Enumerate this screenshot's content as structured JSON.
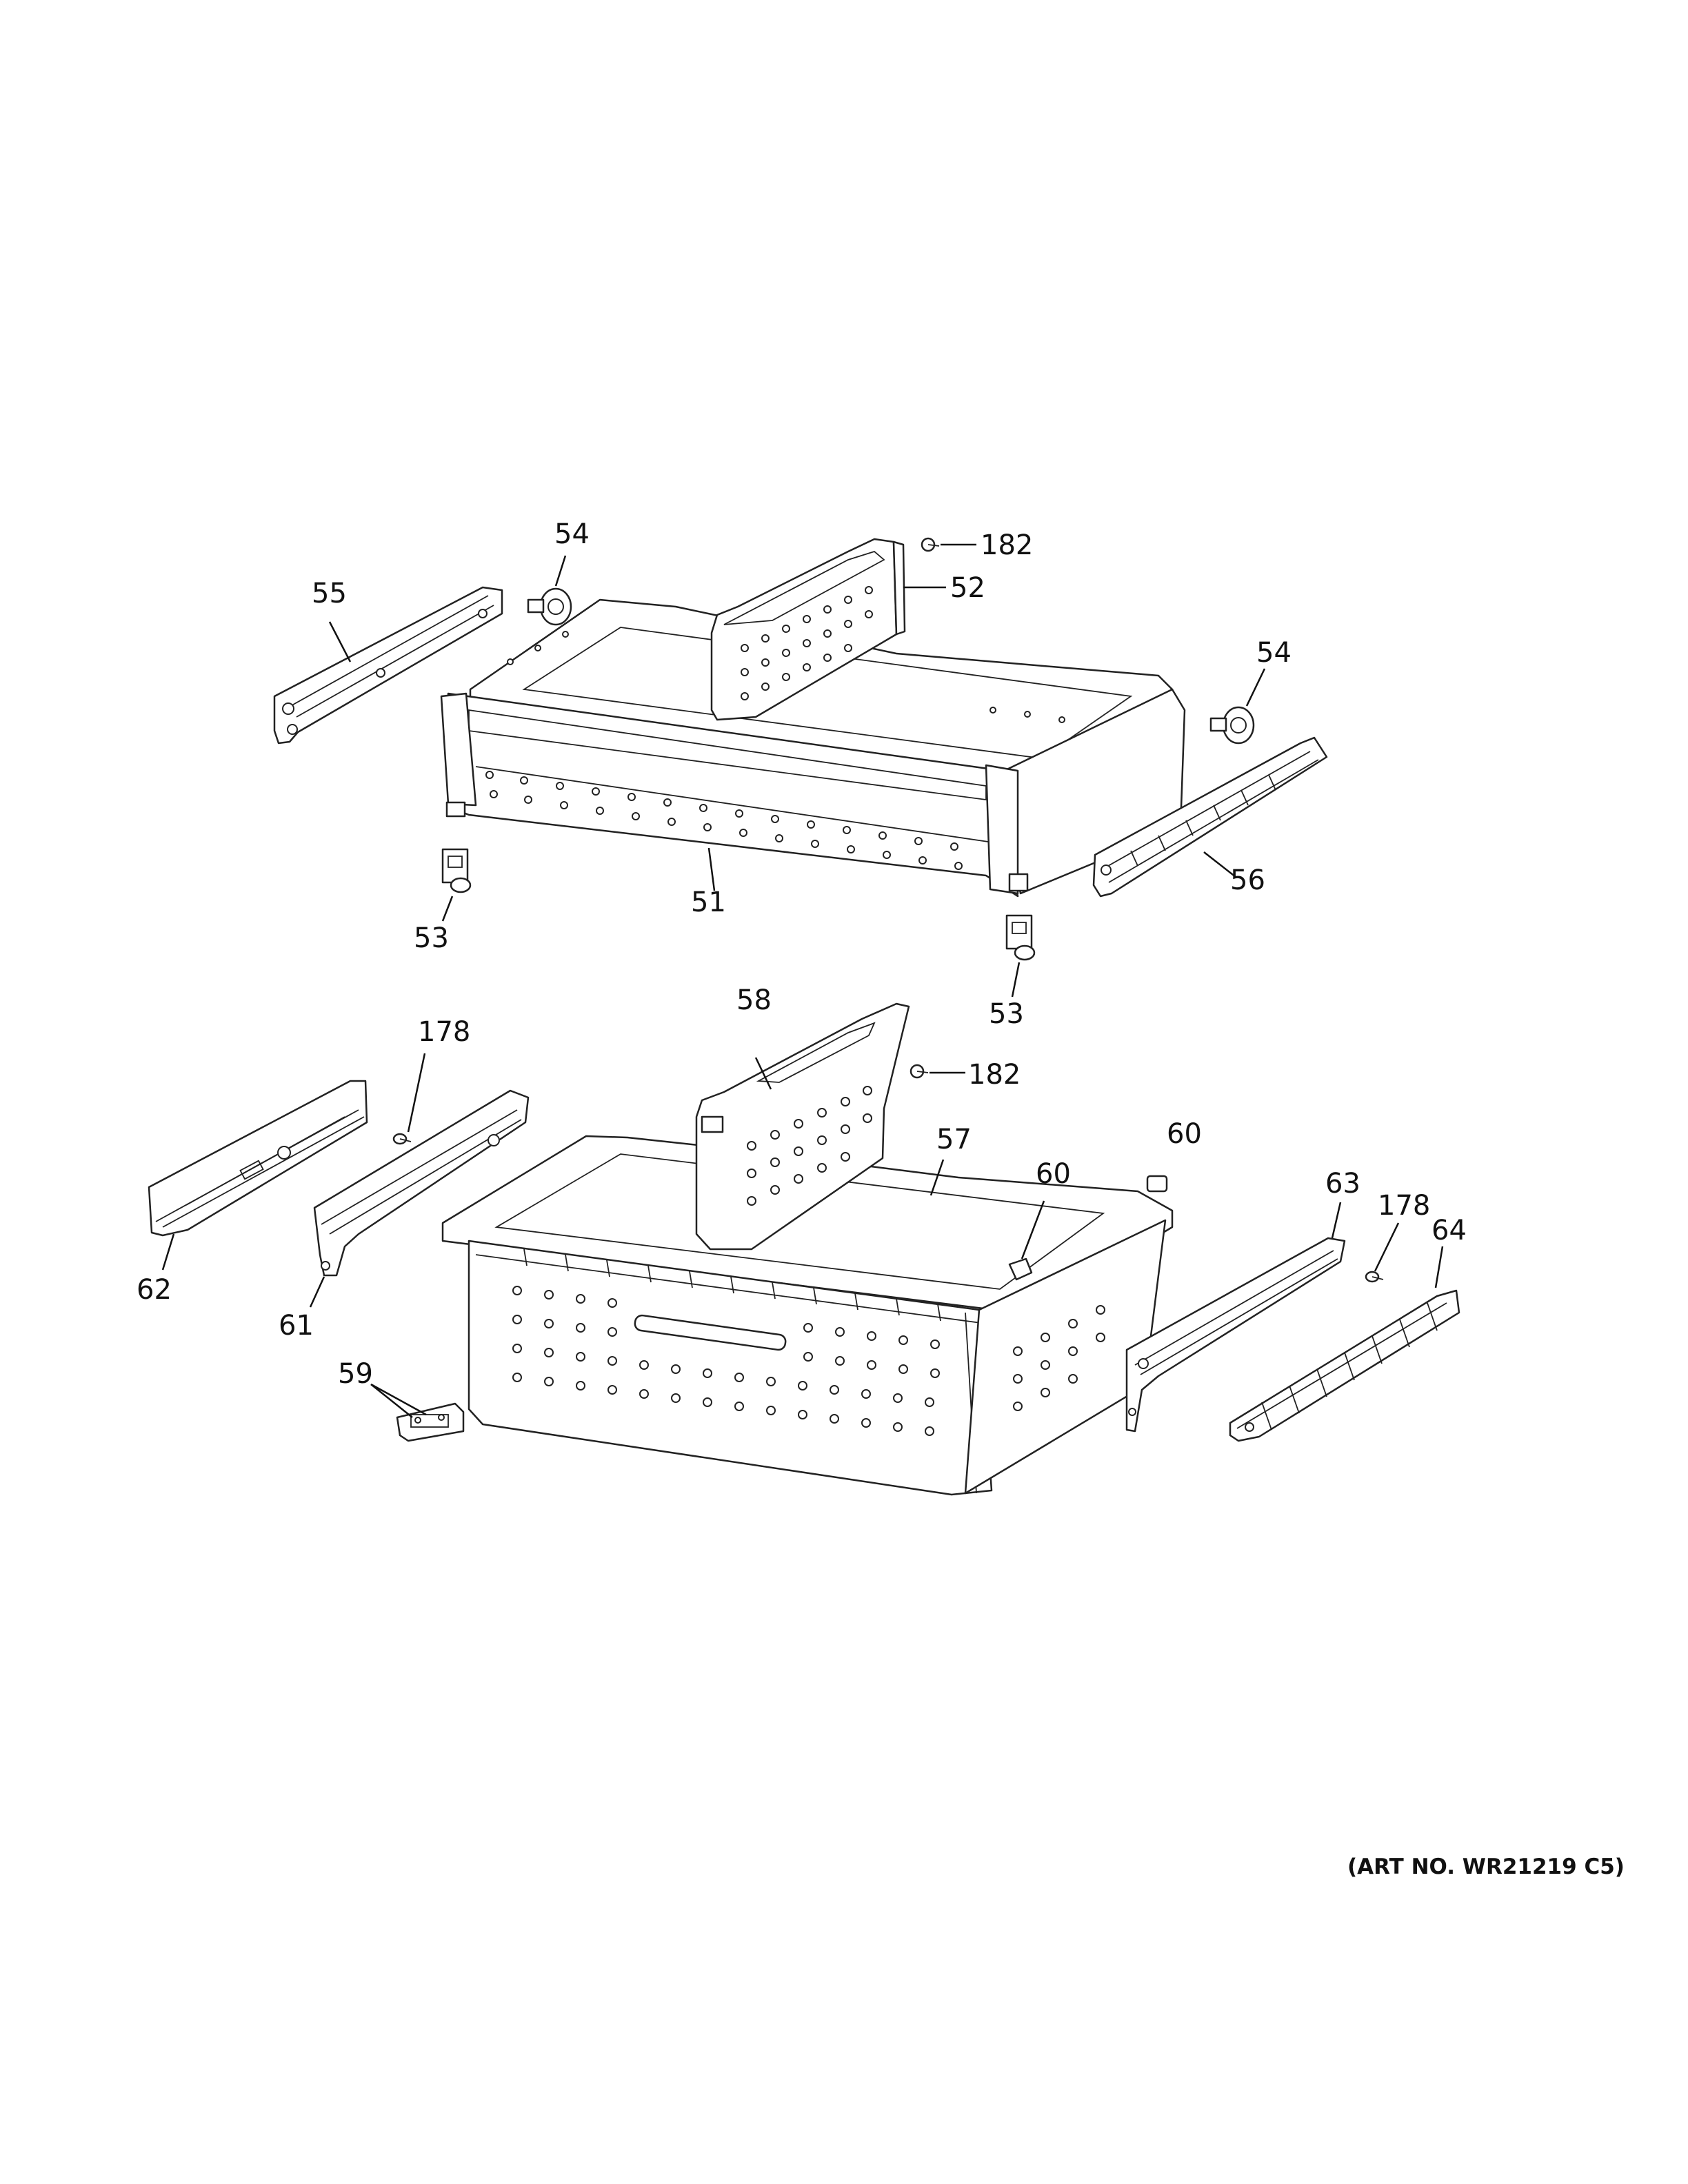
{
  "callouts": {
    "c51": "51",
    "c52": "52",
    "c53a": "53",
    "c53b": "53",
    "c54a": "54",
    "c54b": "54",
    "c55": "55",
    "c56": "56",
    "c57": "57",
    "c58": "58",
    "c59": "59",
    "c60a": "60",
    "c60b": "60",
    "c61": "61",
    "c62": "62",
    "c63": "63",
    "c64": "64",
    "c178a": "178",
    "c178b": "178",
    "c182a": "182",
    "c182b": "182"
  },
  "art_number": "(ART NO. WR21219 C5)"
}
